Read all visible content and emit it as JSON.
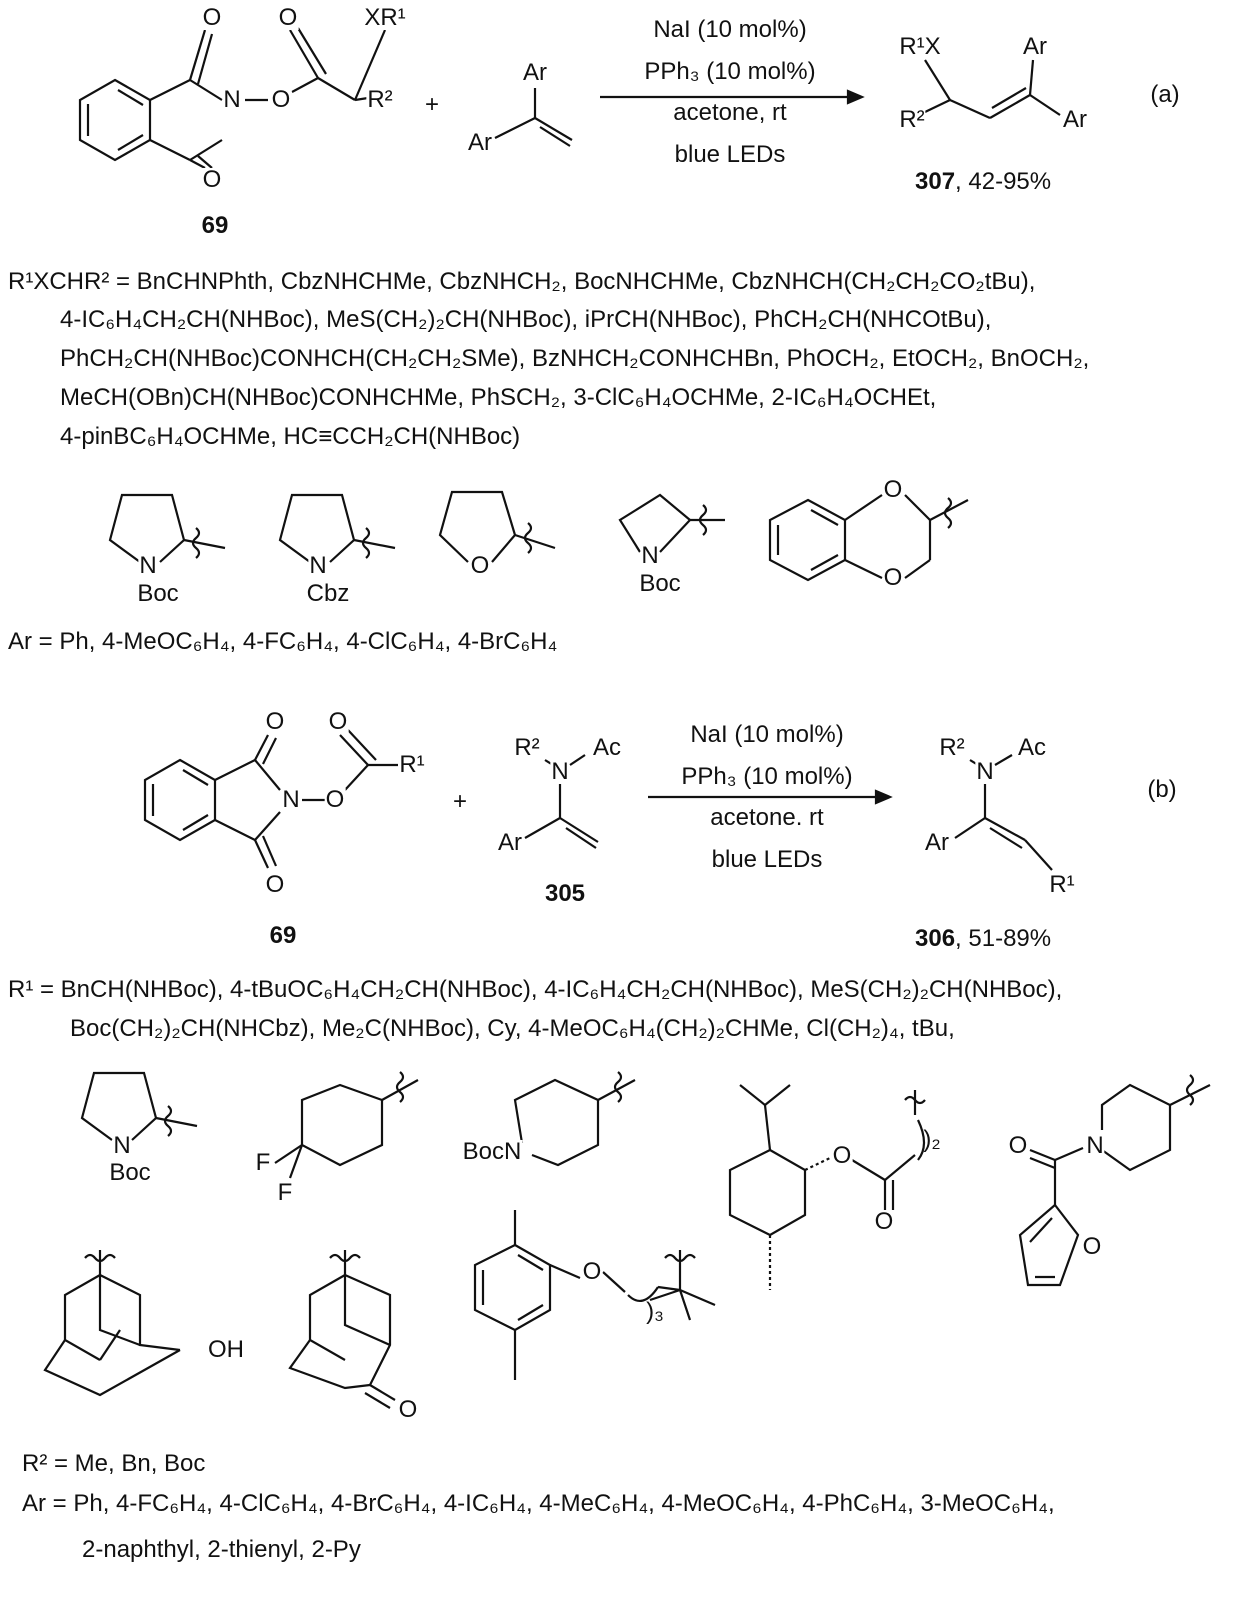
{
  "scheme_a": {
    "reactant_69": {
      "o_top1": "O",
      "o_top2": "O",
      "xr1": "XR¹",
      "n": "N",
      "o_link": "O",
      "r2": "R²",
      "o_bottom": "O",
      "label": "69"
    },
    "plus": "+",
    "alkene": {
      "ar_top": "Ar",
      "ar_bottom": "Ar"
    },
    "conditions": [
      "NaI (10 mol%)",
      "PPh₃ (10 mol%)",
      "acetone, rt",
      "blue LEDs"
    ],
    "product": {
      "r1x": "R¹X",
      "ar1": "Ar",
      "r2": "R²",
      "ar2": "Ar",
      "label": "307",
      "yield": ", 42-95%"
    },
    "tag": "(a)",
    "r_definition": [
      "R¹XCHR² = BnCHNPhth, CbzNHCHMe, CbzNHCH₂, BocNHCHMe, CbzNHCH(CH₂CH₂CO₂tBu),",
      "4-IC₆H₄CH₂CH(NHBoc), MeS(CH₂)₂CH(NHBoc), iPrCH(NHBoc), PhCH₂CH(NHCOtBu),",
      "PhCH₂CH(NHBoc)CONHCH(CH₂CH₂SMe), BzNHCH₂CONHCHBn, PhOCH₂, EtOCH₂, BnOCH₂,",
      "MeCH(OBn)CH(NHBoc)CONHCHMe, PhSCH₂, 3-ClC₆H₄OCHMe, 2-IC₆H₄OCHEt,",
      "4-pinBC₆H₄OCHMe, HC≡CCH₂CH(NHBoc)"
    ],
    "ring_labels": {
      "pyr_n": "N",
      "pyr_boc": "Boc",
      "pyr2_n": "N",
      "pyr2_cbz": "Cbz",
      "thf_o": "O",
      "aze_n": "N",
      "aze_boc": "Boc",
      "diox_o1": "O",
      "diox_o2": "O"
    },
    "ar_definition": "Ar = Ph, 4-MeOC₆H₄, 4-FC₆H₄, 4-ClC₆H₄, 4-BrC₆H₄"
  },
  "scheme_b": {
    "reactant_69": {
      "o_top1": "O",
      "o_top2": "O",
      "r1": "R¹",
      "n": "N",
      "o_link": "O",
      "o_bottom": "O",
      "label": "69"
    },
    "plus": "+",
    "enamide_305": {
      "r2": "R²",
      "n": "N",
      "ac": "Ac",
      "ar": "Ar",
      "label": "305"
    },
    "conditions": [
      "NaI (10 mol%)",
      "PPh₃ (10 mol%)",
      "acetone. rt",
      "blue LEDs"
    ],
    "product": {
      "r2": "R²",
      "n": "N",
      "ac": "Ac",
      "ar": "Ar",
      "r1": "R¹",
      "label": "306",
      "yield": ", 51-89%"
    },
    "tag": "(b)",
    "r_definition": [
      "R¹ = BnCH(NHBoc), 4-tBuOC₆H₄CH₂CH(NHBoc), 4-IC₆H₄CH₂CH(NHBoc), MeS(CH₂)₂CH(NHBoc),",
      "Boc(CH₂)₂CH(NHCbz), Me₂C(NHBoc), Cy, 4-MeOC₆H₄(CH₂)₂CHMe, Cl(CH₂)₄, tBu,"
    ],
    "ring_labels": {
      "pyr_n": "N",
      "pyr_boc": "Boc",
      "f1": "F",
      "f2": "F",
      "bocn": "BocN",
      "menthyl_o": "O",
      "menthyl_co": "O",
      "menthyl_sub": ")₂",
      "furoyl_o": "O",
      "furoyl_n": "N",
      "furan_o": "O",
      "adam_oh": "OH",
      "adam_o": "O",
      "aryl_o": "O",
      "aryl_sub": ")₃"
    },
    "r2_definition": "R² = Me, Bn, Boc",
    "ar_definition": [
      "Ar = Ph, 4-FC₆H₄, 4-ClC₆H₄, 4-BrC₆H₄, 4-IC₆H₄, 4-MeC₆H₄, 4-MeOC₆H₄, 4-PhC₆H₄, 3-MeOC₆H₄,",
      "2-naphthyl, 2-thienyl, 2-Py"
    ]
  }
}
